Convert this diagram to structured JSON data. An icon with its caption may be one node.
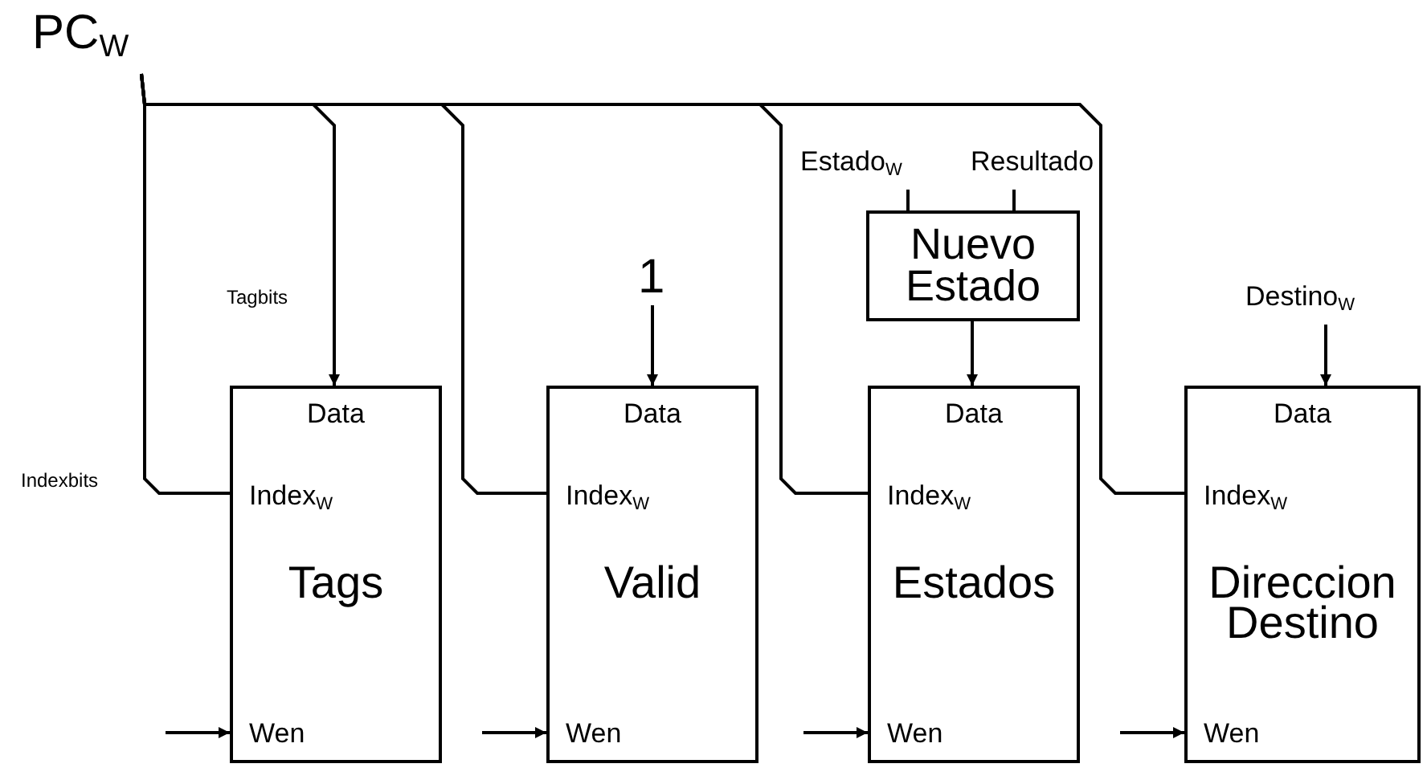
{
  "diagram": {
    "nodes": [
      {
        "text": [
          "PC$_{W}$"
        ]
      },
      {
        "text": [
          "Data",
          "Index$_{W}$",
          "Tags",
          "Wen"
        ]
      },
      {
        "text": [
          "Data",
          "Index$_{W}$",
          "Valid",
          "Wen"
        ]
      },
      {
        "text": [
          "Data",
          "Index$_{W}$",
          "Estados",
          "Wen"
        ]
      },
      {
        "text": [
          "Data",
          "Index$_{W}$",
          "Direccion Destino",
          "Wen"
        ]
      },
      {
        "text": [
          "1"
        ]
      },
      {
        "text": [
          "Nuevo Estado"
        ]
      },
      {
        "text": [
          "Estado$_{W}$"
        ]
      },
      {
        "text": [
          "Resultado"
        ]
      },
      {
        "text": [
          "Destino$_{W}$"
        ]
      }
    ],
    "edges": [
      {
        "from": 0,
        "to": 1,
        "arrow": "none",
        "label": "Indexbits"
      },
      {
        "from": 0,
        "to": 1,
        "arrow": "to",
        "label": "Tagbits"
      },
      {
        "from": 0,
        "to": 2,
        "arrow": "none"
      },
      {
        "from": 0,
        "to": 3,
        "arrow": "none"
      },
      {
        "from": 0,
        "to": 4,
        "arrow": "none"
      },
      {
        "from": 5,
        "to": 2,
        "arrow": "to"
      },
      {
        "from": 7,
        "to": 6,
        "arrow": "none"
      },
      {
        "from": 8,
        "to": 6,
        "arrow": "none"
      },
      {
        "from": 6,
        "to": 3,
        "arrow": "to"
      },
      {
        "from": 9,
        "to": 4,
        "arrow": "to"
      },
      {
        "from": null,
        "to": 1,
        "arrow": "to"
      },
      {
        "from": null,
        "to": 2,
        "arrow": "to"
      },
      {
        "from": null,
        "to": 3,
        "arrow": "to"
      },
      {
        "from": null,
        "to": 4,
        "arrow": "to"
      }
    ]
  }
}
